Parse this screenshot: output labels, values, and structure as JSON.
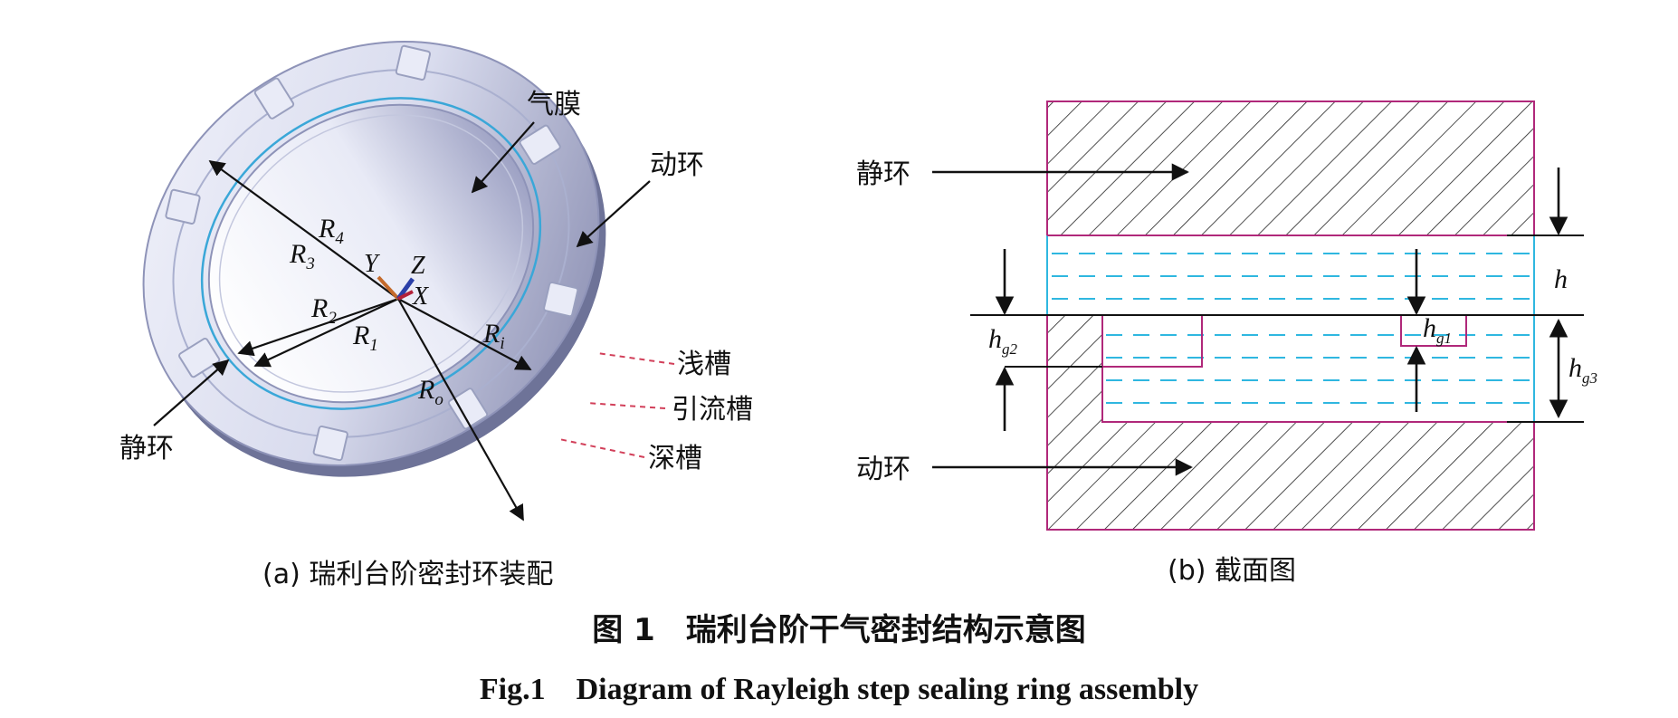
{
  "panel_a": {
    "labels": {
      "gas_film": "气膜",
      "rotating_ring": "动环",
      "stationary_ring": "静环",
      "shallow_groove": "浅槽",
      "guide_groove": "引流槽",
      "deep_groove": "深槽"
    },
    "symbols": {
      "R4": {
        "main": "R",
        "sub": "4"
      },
      "R3": {
        "main": "R",
        "sub": "3"
      },
      "R2": {
        "main": "R",
        "sub": "2"
      },
      "R1": {
        "main": "R",
        "sub": "1"
      },
      "Ri": {
        "main": "R",
        "sub": "i"
      },
      "Ro": {
        "main": "R",
        "sub": "o"
      },
      "X": "X",
      "Y": "Y",
      "Z": "Z"
    },
    "caption": "(a) 瑞利台阶密封环装配"
  },
  "panel_b": {
    "labels": {
      "stationary_ring": "静环",
      "rotating_ring": "动环"
    },
    "symbols": {
      "h": "h",
      "hg1": {
        "main": "h",
        "sub": "g1"
      },
      "hg2": {
        "main": "h",
        "sub": "g2"
      },
      "hg3": {
        "main": "h",
        "sub": "g3"
      }
    },
    "caption": "(b) 截面图"
  },
  "figure": {
    "title_cn": "图 1　瑞利台阶干气密封结构示意图",
    "title_en": "Fig.1　Diagram of Rayleigh step sealing ring assembly"
  },
  "colors": {
    "ring_outline": "#9aa0bf",
    "film_blue": "#3aa7d8",
    "groove_red": "#d2405a",
    "section_frame": "#b0287a",
    "fluid_dash": "#2fb7e0",
    "hatch": "#222222"
  }
}
